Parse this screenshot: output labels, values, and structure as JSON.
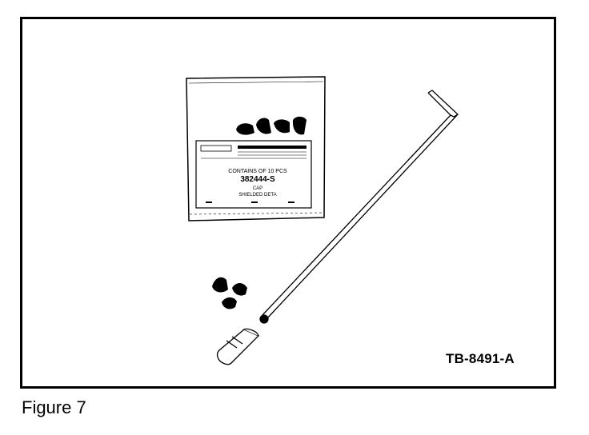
{
  "figure": {
    "caption": "Figure 7",
    "reference_code": "TB-8491-A"
  },
  "package_label": {
    "line1": "CONTAINS OF 10 PCS",
    "part_number": "382444-S",
    "line3": "CAP",
    "line4": "SHIELDED DETA"
  },
  "illustration_items": [
    "plastic-bag-icon",
    "hook-tool-icon",
    "cap-icon",
    "cap-installer-icon"
  ]
}
